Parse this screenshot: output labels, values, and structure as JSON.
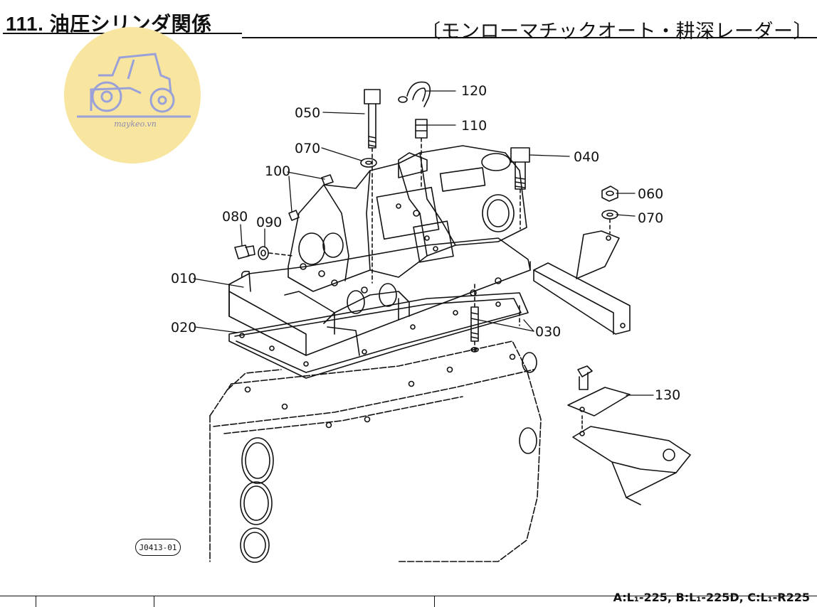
{
  "header": {
    "title": "111. 油圧シリンダ関係",
    "subtitle": "〔モンローマチックオート・耕深レーダー〕"
  },
  "watermark": {
    "icon": "tractor-icon",
    "text": "maykeo.vn",
    "color": "#f8e6a0"
  },
  "callouts": {
    "c120": "120",
    "c110": "110",
    "c050": "050",
    "c070a": "070",
    "c040": "040",
    "c100": "100",
    "c060": "060",
    "c070b": "070",
    "c080": "080",
    "c090": "090",
    "c010": "010",
    "c020": "020",
    "c030": "030",
    "c130": "130"
  },
  "drawing_id": "J0413-01",
  "footer": {
    "models": "A:L₁-225, B:L₁-225D, C:L₁-R225"
  }
}
